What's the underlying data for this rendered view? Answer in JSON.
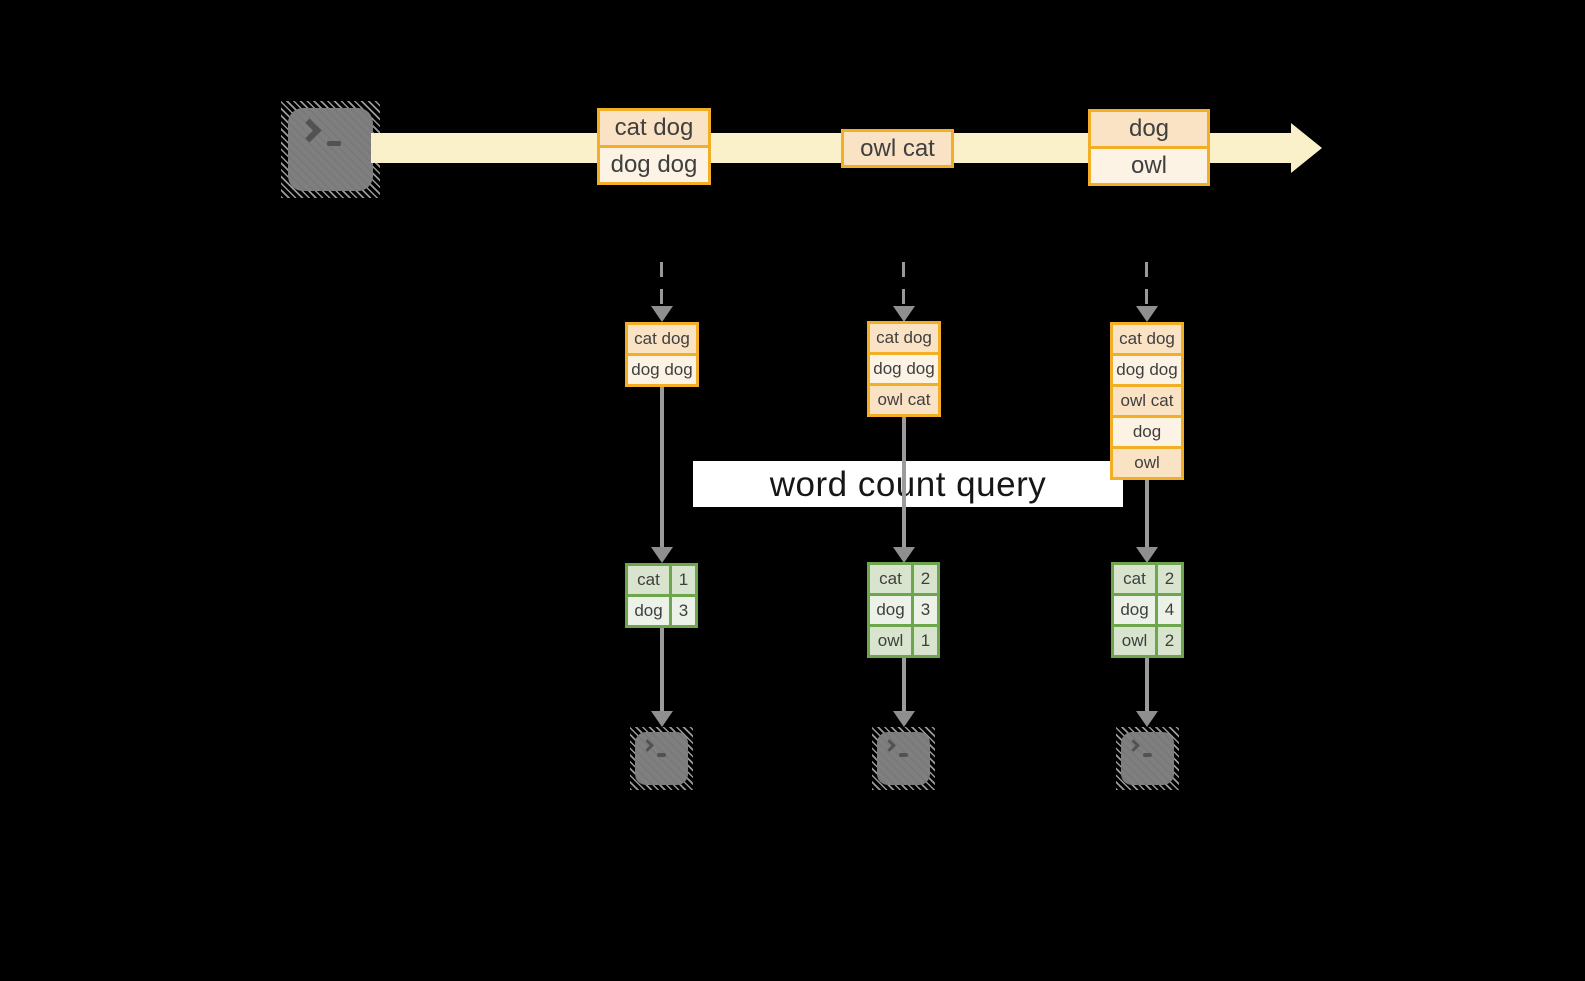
{
  "query_label": "word count query",
  "terminal_prompt": ">_",
  "colors": {
    "stream_band": "#faf1cb",
    "record_border": "#f2ae24",
    "record_fill_dark": "#fae2c5",
    "record_fill_light": "#fdf3e5",
    "count_border": "#6ea64e",
    "count_fill_dark": "#d8e4ce",
    "count_fill_light": "#edf2e8",
    "arrow_gray": "#9b9b9b",
    "terminal_gray": "#7f7f7f",
    "text": "#3f3f3f"
  },
  "stream": {
    "batches": [
      {
        "records": [
          "cat dog",
          "dog dog"
        ]
      },
      {
        "records": [
          "owl cat"
        ]
      },
      {
        "records": [
          "dog",
          "owl"
        ]
      }
    ]
  },
  "micro_batches": [
    {
      "records": [
        "cat dog",
        "dog dog"
      ]
    },
    {
      "records": [
        "cat dog",
        "dog dog",
        "owl cat"
      ]
    },
    {
      "records": [
        "cat dog",
        "dog dog",
        "owl cat",
        "dog",
        "owl"
      ]
    }
  ],
  "word_counts": [
    {
      "rows": [
        [
          "cat",
          1
        ],
        [
          "dog",
          3
        ]
      ]
    },
    {
      "rows": [
        [
          "cat",
          2
        ],
        [
          "dog",
          3
        ],
        [
          "owl",
          1
        ]
      ]
    },
    {
      "rows": [
        [
          "cat",
          2
        ],
        [
          "dog",
          4
        ],
        [
          "owl",
          2
        ]
      ]
    }
  ]
}
